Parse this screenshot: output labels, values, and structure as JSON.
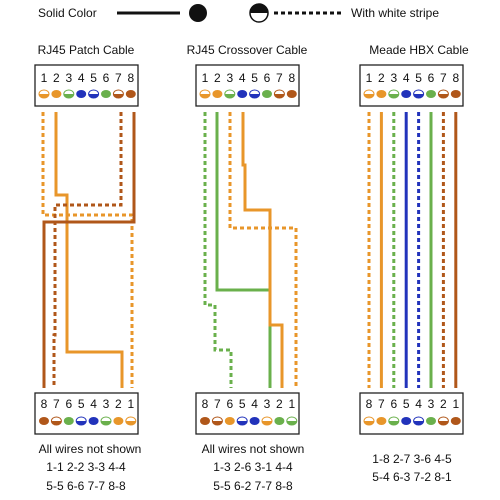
{
  "legend": {
    "solid_label": "Solid Color",
    "stripe_label": "With white stripe"
  },
  "colors": {
    "orange": "#e8962a",
    "brown": "#b0571a",
    "green": "#6ab04c",
    "blue": "#2233bb",
    "wire_gap": "#ffffff",
    "outline": "#222222"
  },
  "panels": [
    {
      "title": "RJ45 Patch Cable",
      "top_pins": [
        "1",
        "2",
        "3",
        "4",
        "5",
        "6",
        "7",
        "8"
      ],
      "top_caps": [
        "orange-stripe",
        "orange",
        "green-stripe",
        "blue",
        "blue-stripe",
        "green",
        "brown-stripe",
        "brown"
      ],
      "bottom_pins": [
        "8",
        "7",
        "6",
        "5",
        "4",
        "3",
        "2",
        "1"
      ],
      "bottom_caps": [
        "brown",
        "brown-stripe",
        "green",
        "blue-stripe",
        "blue",
        "green-stripe",
        "orange",
        "orange-stripe"
      ],
      "note": "All wires not shown",
      "mapping_lines": [
        "1-1  2-2  3-3  4-4",
        "5-5  6-6  7-7  8-8"
      ]
    },
    {
      "title": "RJ45 Crossover Cable",
      "top_pins": [
        "1",
        "2",
        "3",
        "4",
        "5",
        "6",
        "7",
        "8"
      ],
      "top_caps": [
        "orange-stripe",
        "orange",
        "green-stripe",
        "blue",
        "blue-stripe",
        "green",
        "brown-stripe",
        "brown"
      ],
      "bottom_pins": [
        "8",
        "7",
        "6",
        "5",
        "4",
        "3",
        "2",
        "1"
      ],
      "bottom_caps": [
        "brown",
        "brown-stripe",
        "orange",
        "blue-stripe",
        "blue",
        "orange-stripe",
        "green",
        "green-stripe"
      ],
      "note": "All wires not shown",
      "mapping_lines": [
        "1-3  2-6  3-1  4-4",
        "5-5  6-2  7-7  8-8"
      ]
    },
    {
      "title": "Meade HBX Cable",
      "top_pins": [
        "1",
        "2",
        "3",
        "4",
        "5",
        "6",
        "7",
        "8"
      ],
      "top_caps": [
        "orange-stripe",
        "orange",
        "green-stripe",
        "blue",
        "blue-stripe",
        "green",
        "brown-stripe",
        "brown"
      ],
      "bottom_pins": [
        "8",
        "7",
        "6",
        "5",
        "4",
        "3",
        "2",
        "1"
      ],
      "bottom_caps": [
        "orange-stripe",
        "orange",
        "green-stripe",
        "blue",
        "blue-stripe",
        "green",
        "brown-stripe",
        "brown"
      ],
      "note": "",
      "mapping_lines": [
        "1-8  2-7  3-6  4-5",
        "5-4  6-3  7-2  8-1"
      ]
    }
  ]
}
